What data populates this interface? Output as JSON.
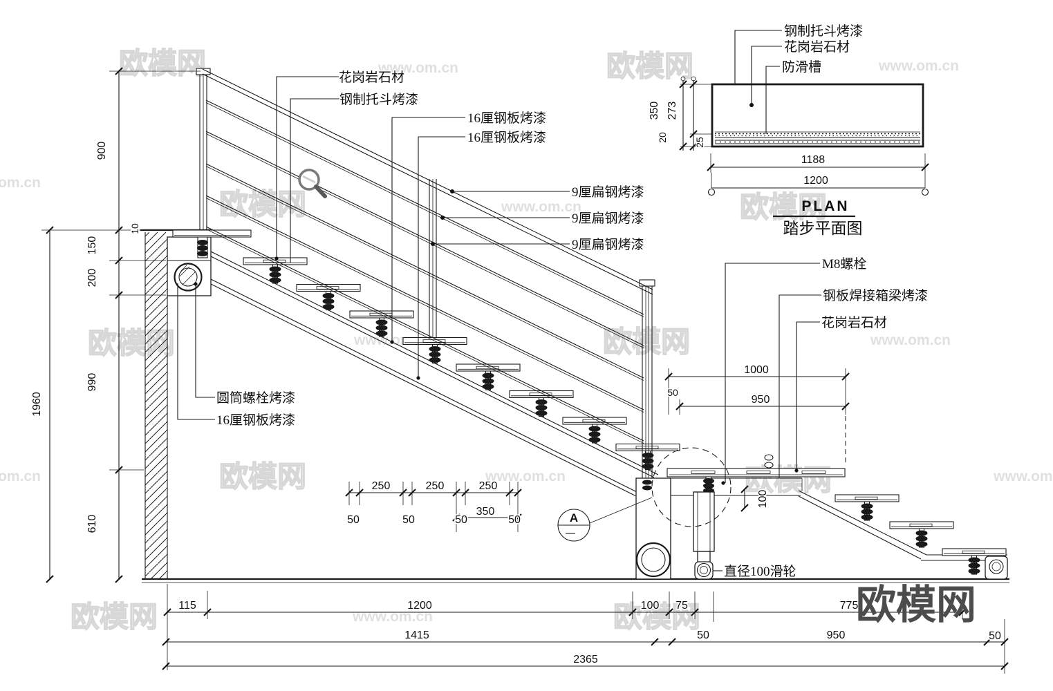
{
  "watermark": {
    "brand": "欧模网",
    "site": "www.om.cn",
    "site_short": "om.cn"
  },
  "logo": {
    "text": "欧模网"
  },
  "plan": {
    "title_en": "PLAN",
    "title_cn": "踏步平面图",
    "label_bracket": "钢制托斗烤漆",
    "label_granite": "花岗岩石材",
    "label_groove": "防滑槽",
    "dim_350": "350",
    "dim_273": "273",
    "dim_20": "20",
    "dim_25": "25",
    "dim_1188": "1188",
    "dim_1200": "1200"
  },
  "section": {
    "label_granite": "花岗岩石材",
    "label_bracket": "钢制托斗烤漆",
    "label_plate16_1": "16厘钢板烤漆",
    "label_plate16_2": "16厘钢板烤漆",
    "label_flat9_1": "9厘扁钢烤漆",
    "label_flat9_2": "9厘扁钢烤漆",
    "label_flat9_3": "9厘扁钢烤漆",
    "label_cyl_bolt": "圆筒螺栓烤漆",
    "label_plate16_left": "16厘钢板烤漆",
    "label_m8": "M8螺栓",
    "label_box_beam": "钢板焊接箱梁烤漆",
    "label_granite2": "花岗岩石材",
    "label_pulley": "直径100滑轮",
    "marker_a": "A",
    "dims_left": {
      "h900": "900",
      "t10": "10",
      "h150": "150",
      "h200": "200",
      "h990": "990",
      "h610": "610",
      "total": "1960"
    },
    "dims_mid": {
      "d250": [
        "250",
        "250",
        "250"
      ],
      "d50": [
        "50",
        "50",
        "50",
        "50"
      ],
      "w350": "350"
    },
    "dims_right": {
      "w1000": "1000",
      "w950": "950",
      "o50": "50",
      "h100": "100"
    },
    "dims_bottom": {
      "r1": [
        "115",
        "1200",
        "100",
        "75",
        "775"
      ],
      "r2": [
        "1415",
        "50",
        "950",
        "50"
      ],
      "r3": "2365"
    }
  }
}
